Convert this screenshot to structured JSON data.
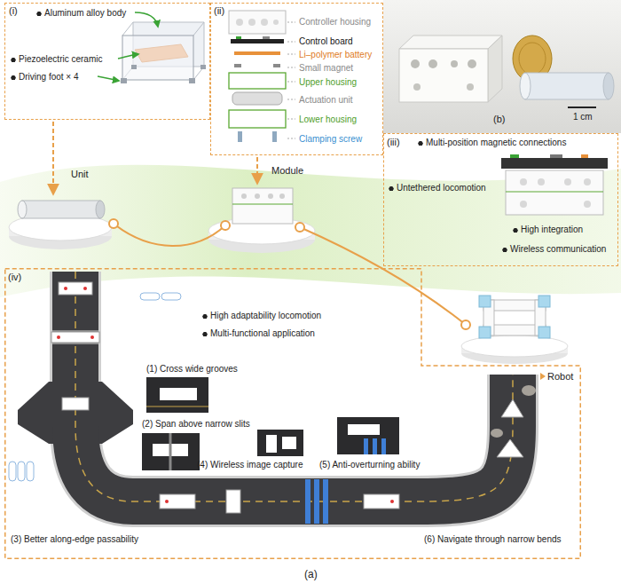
{
  "diagram": {
    "nodes": [
      {
        "text": [
          "(i)",
          "Aluminum alloy body",
          "Piezoelectric ceramic",
          "Driving foot × 4"
        ]
      },
      {
        "text": [
          "(ii)",
          "Controller housing",
          "Control board",
          "Li–polymer battery",
          "Small magnet",
          "Upper housing",
          "Actuation unit",
          "Lower housing",
          "Clamping screw"
        ]
      },
      {
        "text": [
          "(iii)",
          "Multi-position magnetic connections",
          "Untethered locomotion",
          "High integration",
          "Wireless communication"
        ]
      },
      {
        "text": [
          "(iv)",
          "High adaptability locomotion",
          "Multi-functional application",
          "(1) Cross wide grooves",
          "(2) Span above narrow slits",
          "(3) Better along-edge passability",
          "(4) Wireless image capture",
          "(5) Anti-overturning ability",
          "(6) Navigate through narrow bends"
        ]
      }
    ],
    "labels": [
      "(b)",
      "1 cm",
      "Unit",
      "Module",
      "Robot",
      "(a)"
    ]
  }
}
